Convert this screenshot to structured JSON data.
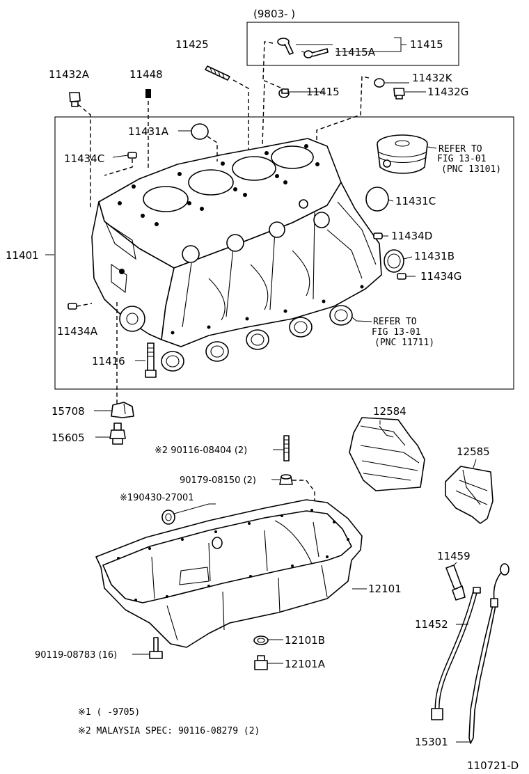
{
  "diagram_id": "110721-D",
  "boxes": {
    "inset_label": "(9803-        )",
    "block_box_part": "11401"
  },
  "parts": {
    "p11415_top": "11415",
    "p11415A": "11415A",
    "p11425": "11425",
    "p11432A": "11432A",
    "p11448": "11448",
    "p11432K": "11432K",
    "p11415_mid": "11415",
    "p11432G": "11432G",
    "p11431A": "11431A",
    "p11434C": "11434C",
    "p11401": "11401",
    "p11431C": "11431C",
    "p11434D": "11434D",
    "p11431B": "11431B",
    "p11434G": "11434G",
    "p11434A": "11434A",
    "p11416": "11416",
    "p15708": "15708",
    "p15605": "15605",
    "p12584": "12584",
    "p12585": "12585",
    "p90116_08404": "※2 90116-08404 (2)",
    "p90179_08150": "90179-08150 (2)",
    "p190430_27001": "※190430-27001",
    "p11459": "11459",
    "p12101": "12101",
    "p11452": "11452",
    "p12101B": "12101B",
    "p12101A": "12101A",
    "p90119_08783": "90119-08783 (16)",
    "p15301": "15301"
  },
  "refs": {
    "piston_line1": "REFER TO",
    "piston_line2": "FIG 13-01",
    "piston_line3": "(PNC 13101)",
    "bearing_line1": "REFER TO",
    "bearing_line2": "FIG 13-01",
    "bearing_line3": "(PNC 11711)"
  },
  "notes": {
    "note1": "※1  (      -9705)",
    "note2": "※2 MALAYSIA SPEC: 90116-08279 (2)"
  }
}
